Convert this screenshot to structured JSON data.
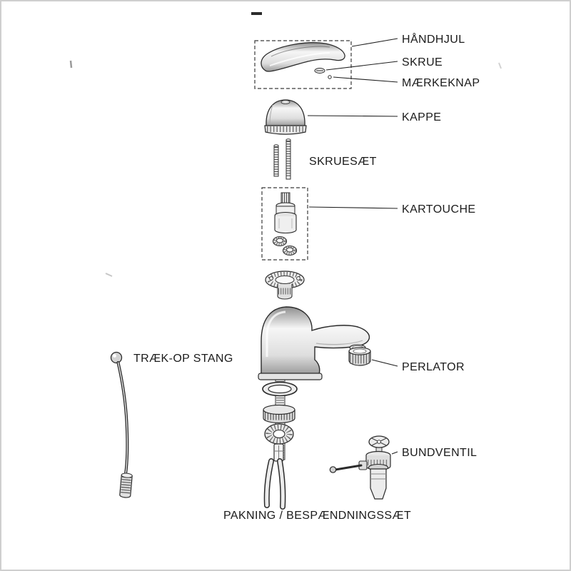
{
  "diagram": {
    "labels": {
      "handle": "HÅNDHJUL",
      "screw": "SKRUE",
      "mark_button": "MÆRKEKNAP",
      "cap": "KAPPE",
      "screw_set": "SKRUESÆT",
      "cartridge": "KARTOUCHE",
      "pull_rod": "TRÆK-OP STANG",
      "aerator": "PERLATOR",
      "drain_valve": "BUNDVENTIL",
      "gasket_set": "PAKNING / BESPÆNDNINGSSÆT"
    },
    "colors": {
      "ink": "#1b1b1b",
      "outline": "#2b2b2b",
      "leader_line": "#1f1f1f",
      "metal_light": "#f2f2f2",
      "metal_mid": "#dcdcdc",
      "metal_dark": "#9a9a9a",
      "border": "#cfcfcf",
      "background": "#ffffff"
    }
  }
}
